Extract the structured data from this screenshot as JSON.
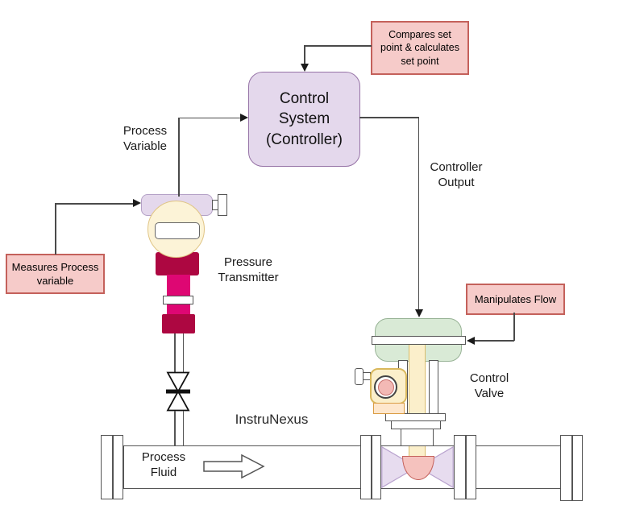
{
  "diagram": {
    "brand": "InstruNexus",
    "controller": {
      "label": "Control\nSystem\n(Controller)"
    },
    "annotations": {
      "compares": "Compares set\npoint & calculates\nset point",
      "measures": "Measures Process\nvariable",
      "manipulates": "Manipulates Flow"
    },
    "labels": {
      "process_variable": "Process\nVariable",
      "controller_output": "Controller\nOutput",
      "pressure_transmitter": "Pressure\nTransmitter",
      "control_valve": "Control\nValve",
      "process_fluid": "Process\nFluid"
    },
    "colors": {
      "controller_fill": "#E4D8EC",
      "controller_stroke": "#9673A6",
      "note_fill": "#F6CBC9",
      "note_stroke": "#C4615B",
      "actuator_fill": "#D9EAD6",
      "actuator_stroke": "#97B295",
      "stem_fill": "#FBEFCB",
      "stem_stroke": "#D9BC6C",
      "transmitter_body_fill": "#E4D8EC",
      "dial_fill": "#FCF3D7",
      "maroon": "#AD0741",
      "magenta": "#DE0773",
      "plug_fill": "#F5C2BE",
      "valve_body_fill": "#E7DCEF",
      "positioner_base_fill": "#FEE7CD",
      "line": "#4A4A4A"
    }
  }
}
